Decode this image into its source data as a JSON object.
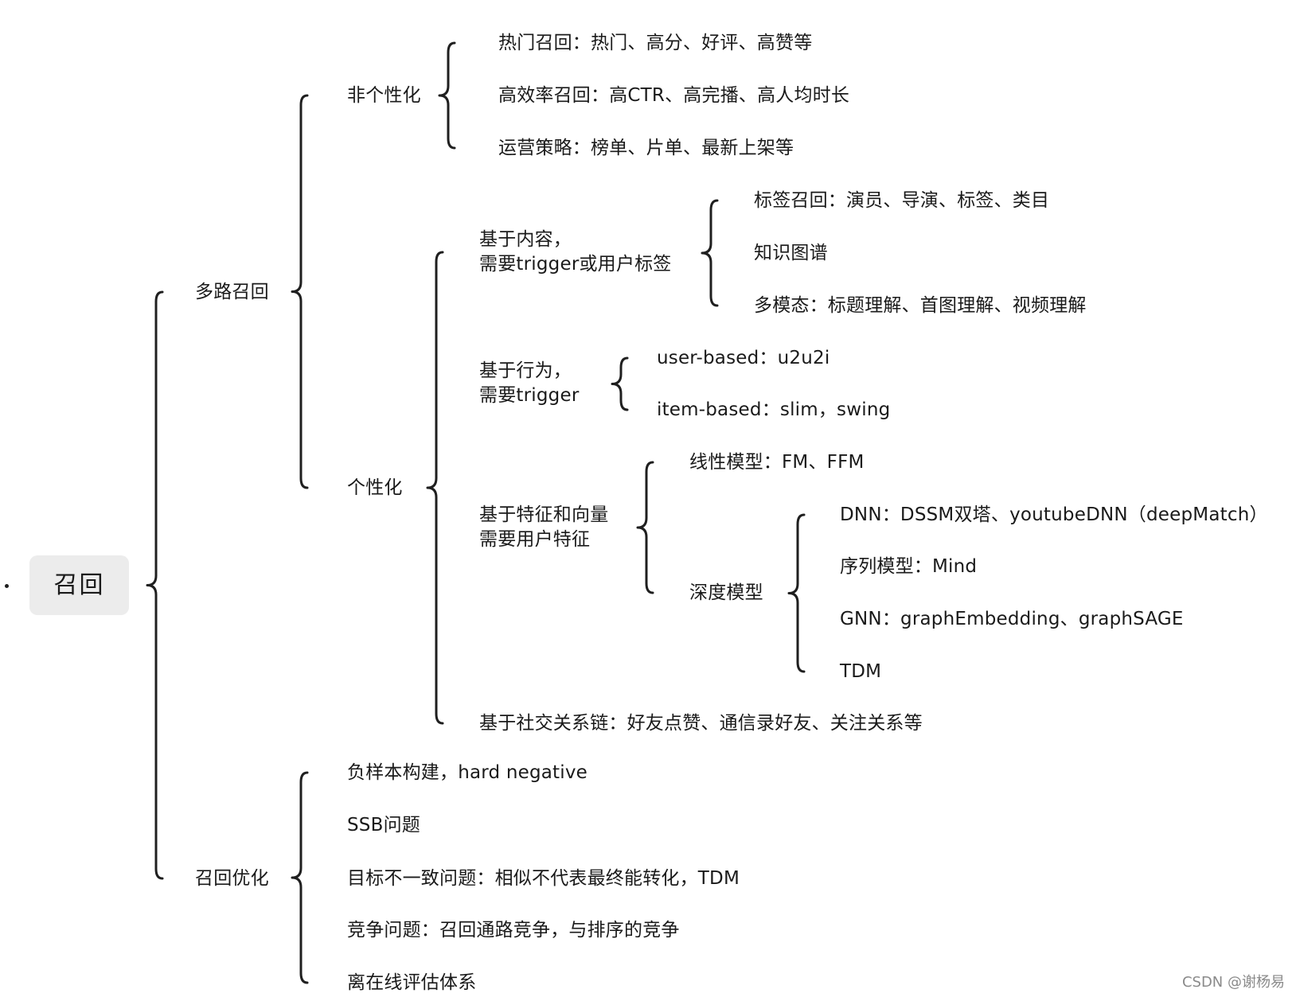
{
  "root": {
    "label": "召回",
    "children": [
      {
        "label": "多路召回",
        "children": [
          {
            "label": "非个性化",
            "children": [
              {
                "label": "热门召回：热门、高分、好评、高赞等"
              },
              {
                "label": "高效率召回：高CTR、高完播、高人均时长"
              },
              {
                "label": "运营策略：榜单、片单、最新上架等"
              }
            ]
          },
          {
            "label": "个性化",
            "children": [
              {
                "label": "基于内容，\n需要trigger或用户标签",
                "children": [
                  {
                    "label": "标签召回：演员、导演、标签、类目"
                  },
                  {
                    "label": "知识图谱"
                  },
                  {
                    "label": "多模态：标题理解、首图理解、视频理解"
                  }
                ]
              },
              {
                "label": "基于行为，\n需要trigger",
                "children": [
                  {
                    "label": "user-based：u2u2i"
                  },
                  {
                    "label": "item-based：slim，swing"
                  }
                ]
              },
              {
                "label": "基于特征和向量\n需要用户特征",
                "children": [
                  {
                    "label": "线性模型：FM、FFM"
                  },
                  {
                    "label": "深度模型",
                    "children": [
                      {
                        "label": "DNN：DSSM双塔、youtubeDNN（deepMatch）"
                      },
                      {
                        "label": "序列模型：Mind"
                      },
                      {
                        "label": "GNN：graphEmbedding、graphSAGE"
                      },
                      {
                        "label": "TDM"
                      }
                    ]
                  }
                ]
              },
              {
                "label": "基于社交关系链：好友点赞、通信录好友、关注关系等"
              }
            ]
          }
        ]
      },
      {
        "label": "召回优化",
        "children": [
          {
            "label": "负样本构建，hard negative"
          },
          {
            "label": "SSB问题"
          },
          {
            "label": "目标不一致问题：相似不代表最终能转化，TDM"
          },
          {
            "label": "竞争问题：召回通路竞争，与排序的竞争"
          },
          {
            "label": "离在线评估体系"
          }
        ]
      }
    ]
  },
  "watermark": "CSDN @谢杨易"
}
